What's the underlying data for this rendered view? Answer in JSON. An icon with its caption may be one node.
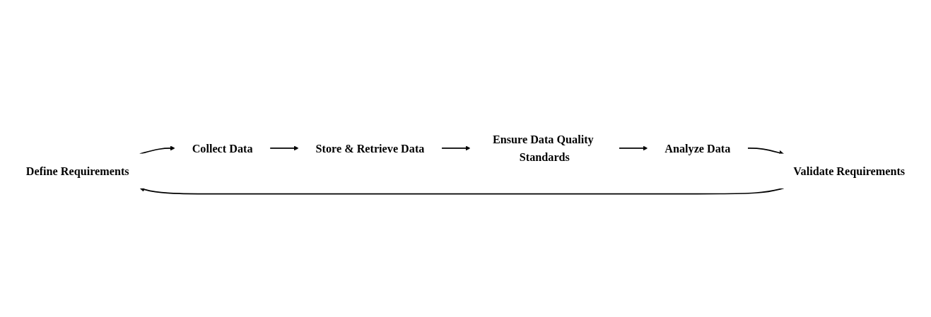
{
  "diagram": {
    "nodes": [
      {
        "text": [
          "Define Requirements"
        ]
      },
      {
        "text": [
          "Collect Data"
        ]
      },
      {
        "text": [
          "Store & Retrieve Data"
        ]
      },
      {
        "text": [
          "Ensure Data Quality Standards"
        ]
      },
      {
        "text": [
          "Analyze Data"
        ]
      },
      {
        "text": [
          "Validate Requirements"
        ]
      }
    ],
    "edges": [
      {
        "from": 0,
        "to": 1,
        "arrow": "to"
      },
      {
        "from": 1,
        "to": 2,
        "arrow": "to"
      },
      {
        "from": 2,
        "to": 3,
        "arrow": "to"
      },
      {
        "from": 3,
        "to": 4,
        "arrow": "to"
      },
      {
        "from": 4,
        "to": 5,
        "arrow": "to"
      },
      {
        "from": 5,
        "to": 0,
        "arrow": "to"
      }
    ]
  }
}
